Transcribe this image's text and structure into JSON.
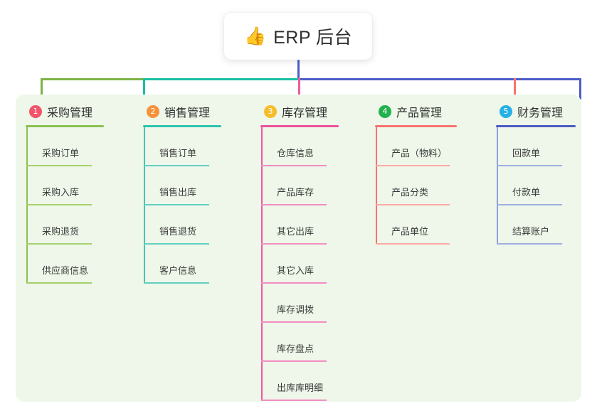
{
  "root": {
    "icon": "thumbs-up-icon",
    "icon_glyph": "👍",
    "title": "ERP 后台"
  },
  "palette": {
    "panel_bg": "#eef7e9",
    "page_bg": "#ffffff",
    "green": "#7cb342",
    "teal": "#19bfa3",
    "pink": "#ef5a9c",
    "salmon": "#f8736e",
    "blue": "#4c5cc5",
    "leaf_green": "#8cc152",
    "leaf_teal": "#45c6b4",
    "leaf_pink": "#f08dc0",
    "leaf_salmon": "#f9a9a4",
    "leaf_blue": "#8f9fdc",
    "badge_1": "#f2546b",
    "badge_2": "#f7923a",
    "badge_3": "#f6bd2b",
    "badge_4": "#22b14c",
    "badge_5": "#27b0e6"
  },
  "branches": [
    {
      "number": "1",
      "title": "采购管理",
      "badge_color": "#f2546b",
      "rule_color": "#8cc152",
      "spine_color": "#8cc152",
      "leaf_rule_color": "#a5d06c",
      "leaves": [
        "采购订单",
        "采购入库",
        "采购退货",
        "供应商信息"
      ]
    },
    {
      "number": "2",
      "title": "销售管理",
      "badge_color": "#f7923a",
      "rule_color": "#2bc4ae",
      "spine_color": "#45c6b4",
      "leaf_rule_color": "#62cfc0",
      "leaves": [
        "销售订单",
        "销售出库",
        "销售退货",
        "客户信息"
      ]
    },
    {
      "number": "3",
      "title": "库存管理",
      "badge_color": "#f6bd2b",
      "rule_color": "#ef4f9a",
      "spine_color": "#ef5a9c",
      "leaf_rule_color": "#f28dc2",
      "leaves": [
        "仓库信息",
        "产品库存",
        "其它出库",
        "其它入库",
        "库存调拨",
        "库存盘点",
        "出库库明细"
      ]
    },
    {
      "number": "4",
      "title": "产品管理",
      "badge_color": "#22b14c",
      "rule_color": "#f8736e",
      "spine_color": "#f8736e",
      "leaf_rule_color": "#fba9a4",
      "leaves": [
        "产品（物料）",
        "产品分类",
        "产品单位"
      ]
    },
    {
      "number": "5",
      "title": "财务管理",
      "badge_color": "#27b0e6",
      "rule_color": "#4c5cc5",
      "spine_color": "#8f9fdc",
      "leaf_rule_color": "#9fafe2",
      "leaves": [
        "回款单",
        "付款单",
        "结算账户"
      ]
    }
  ]
}
